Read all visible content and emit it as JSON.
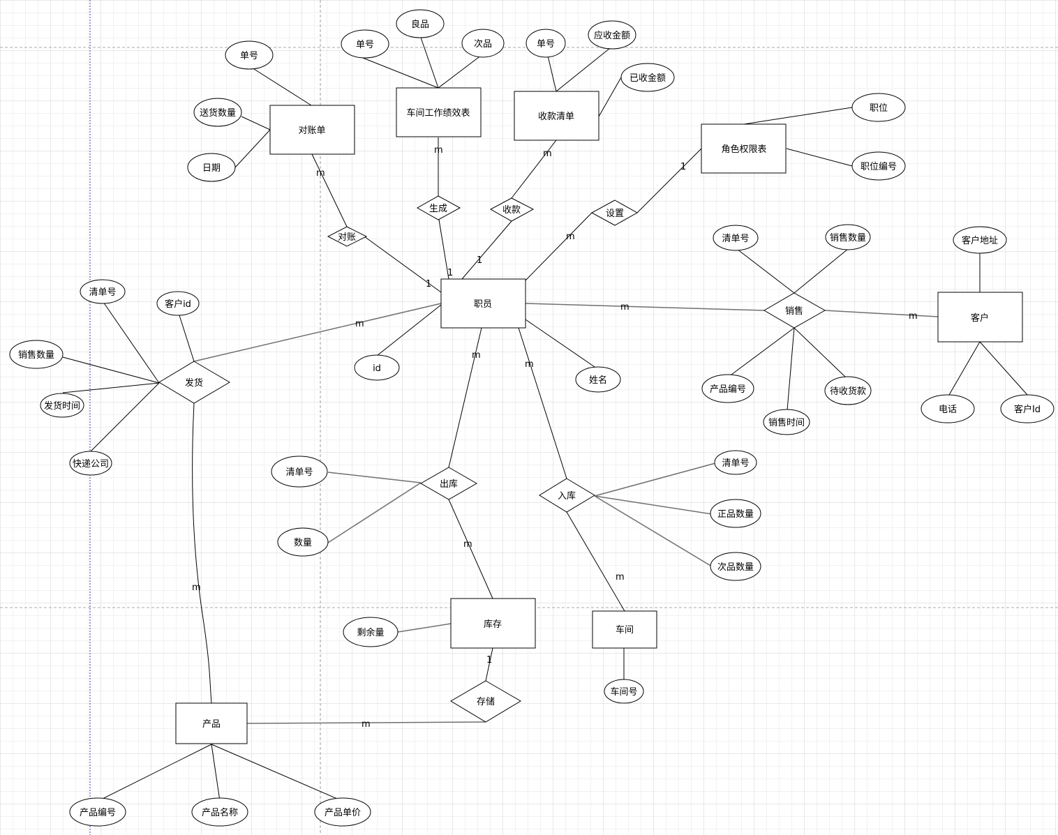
{
  "entities": {
    "statement": "对账单",
    "workshop_perf": "车间工作绩效表",
    "receipt_list": "收款清单",
    "role_perm": "角色权限表",
    "employee": "职员",
    "customer": "客户",
    "inventory": "库存",
    "workshop": "车间",
    "product": "产品"
  },
  "relationships": {
    "reconcile": "对账",
    "generate": "生成",
    "collect": "收款",
    "set": "设置",
    "sale": "销售",
    "ship": "发货",
    "outbound": "出库",
    "inbound": "入库",
    "store": "存储"
  },
  "attributes": {
    "st_no": "单号",
    "st_qty": "送货数量",
    "st_date": "日期",
    "wp_no": "单号",
    "wp_good": "良品",
    "wp_defect": "次品",
    "rl_no": "单号",
    "rl_receivable": "应收金额",
    "rl_received": "已收金额",
    "rp_position": "职位",
    "rp_position_no": "职位编号",
    "emp_id": "id",
    "emp_name": "姓名",
    "sale_list_no": "清单号",
    "sale_qty": "销售数量",
    "sale_product_no": "产品编号",
    "sale_time": "销售时间",
    "sale_pending": "待收货款",
    "cust_addr": "客户地址",
    "cust_phone": "电话",
    "cust_id": "客户Id",
    "ship_list_no": "清单号",
    "ship_cust_id": "客户id",
    "ship_qty": "销售数量",
    "ship_time": "发货时间",
    "ship_courier": "快递公司",
    "out_list_no": "清单号",
    "out_qty": "数量",
    "in_list_no": "清单号",
    "in_good_qty": "正品数量",
    "in_defect_qty": "次品数量",
    "inv_remaining": "剩余量",
    "ws_no": "车间号",
    "prod_no": "产品编号",
    "prod_name": "产品名称",
    "prod_price": "产品单价"
  },
  "cardinalities": {
    "statement_m": "m",
    "reconcile_1": "1",
    "perf_m": "m",
    "generate_1": "1",
    "receipt_m": "m",
    "collect_1": "1",
    "role_1": "1",
    "set_m": "m",
    "emp_sale_m": "m",
    "sale_cust_m": "m",
    "emp_ship_m": "m",
    "emp_out_m": "m",
    "emp_in_m": "m",
    "out_inv_m": "m",
    "in_ws_m": "m",
    "inv_store_1": "1",
    "store_prod_m": "m",
    "ship_prod_m": "m"
  },
  "colors": {
    "grid_minor": "#e6e6e6",
    "grid_major": "#cfcfcf",
    "page_break_blue": "#3333aa",
    "page_break_gray": "#999999"
  }
}
